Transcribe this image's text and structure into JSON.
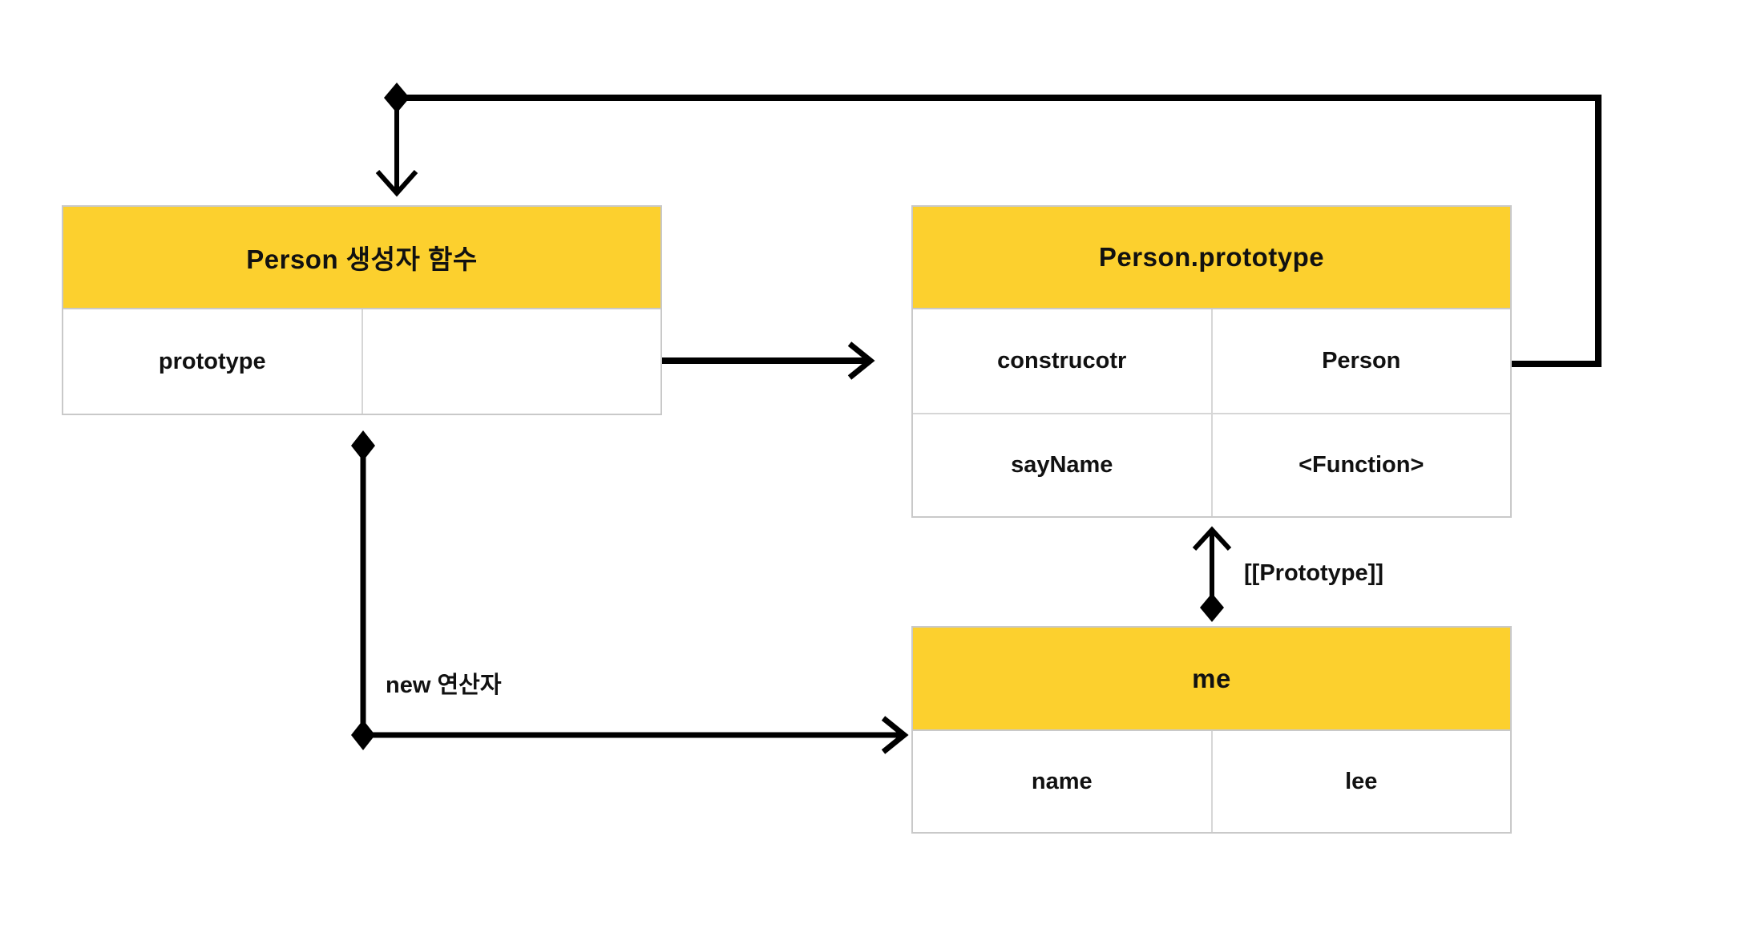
{
  "diagram": {
    "title_hint": "JavaScript prototype relationship diagram",
    "colors": {
      "header_yellow": "#fcd02e",
      "border_gray": "#c9c9c9",
      "wire_black": "#000000",
      "background": "#ffffff"
    }
  },
  "boxes": {
    "constructor_fn": {
      "title": "Person  생성자 함수",
      "rows": [
        {
          "key": "prototype",
          "value": ""
        }
      ]
    },
    "person_prototype": {
      "title": "Person.prototype",
      "rows": [
        {
          "key": "construcotr",
          "value": "Person"
        },
        {
          "key": "sayName",
          "value": "<Function>"
        }
      ]
    },
    "me": {
      "title": "me",
      "rows": [
        {
          "key": "name",
          "value": "lee"
        }
      ]
    }
  },
  "labels": {
    "new_operator": "new 연산자",
    "prototype_link": "[[Prototype]]"
  }
}
